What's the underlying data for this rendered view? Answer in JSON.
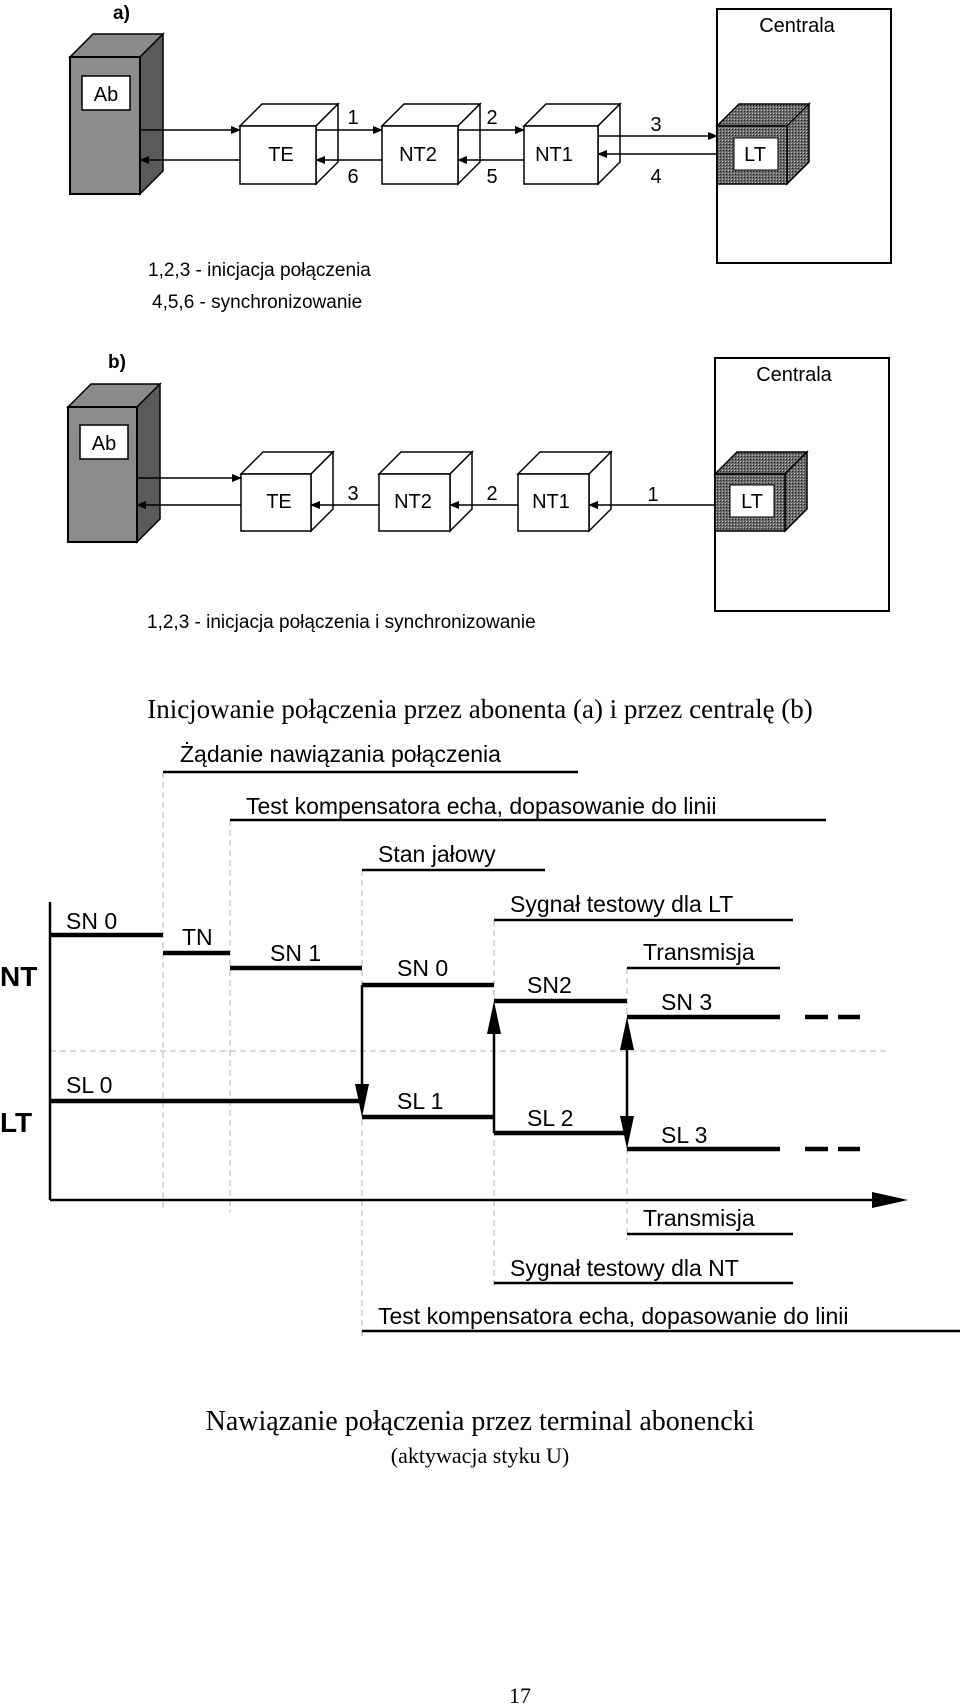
{
  "panel_a": {
    "label": "a)",
    "centrala": "Centrala",
    "ab": "Ab",
    "te": "TE",
    "nt2": "NT2",
    "nt1": "NT1",
    "lt": "LT",
    "nums": {
      "n1": "1",
      "n2": "2",
      "n3": "3",
      "n4": "4",
      "n5": "5",
      "n6": "6"
    },
    "caption1": "1,2,3 - inicjacja połączenia",
    "caption2": "4,5,6 - synchronizowanie"
  },
  "panel_b": {
    "label": "b)",
    "centrala": "Centrala",
    "ab": "Ab",
    "te": "TE",
    "nt2": "NT2",
    "nt1": "NT1",
    "lt": "LT",
    "nums": {
      "n3": "3",
      "n2": "2",
      "n1": "1"
    },
    "caption": "1,2,3 - inicjacja połączenia i synchronizowanie"
  },
  "figure_title_1": "Inicjowanie połączenia przez abonenta (a) i przez centralę (b)",
  "timing": {
    "nt_label": "NT",
    "lt_label": "LT",
    "top_annotations": {
      "zadanie": "Żądanie nawiązania połączenia",
      "test_top": "Test kompensatora echa, dopasowanie do linii",
      "stan": "Stan jałowy",
      "sygnal_lt": "Sygnał testowy dla LT",
      "transmisja_top": "Transmisja"
    },
    "nt_states": {
      "sn0": "SN 0",
      "tn": "TN",
      "sn1": "SN 1",
      "sn0b": "SN 0",
      "sn2": "SN2",
      "sn3": "SN 3"
    },
    "lt_states": {
      "sl0": "SL 0",
      "sl1": "SL 1",
      "sl2": "SL 2",
      "sl3": "SL 3"
    },
    "bottom_annotations": {
      "transmisja_bottom": "Transmisja",
      "sygnal_nt": "Sygnał testowy dla NT",
      "test_bottom": "Test kompensatora echa, dopasowanie do linii"
    }
  },
  "figure_title_2": "Nawiązanie połączenia przez terminal abonencki",
  "figure_subtitle_2": "(aktywacja styku U)",
  "page_number": "17"
}
